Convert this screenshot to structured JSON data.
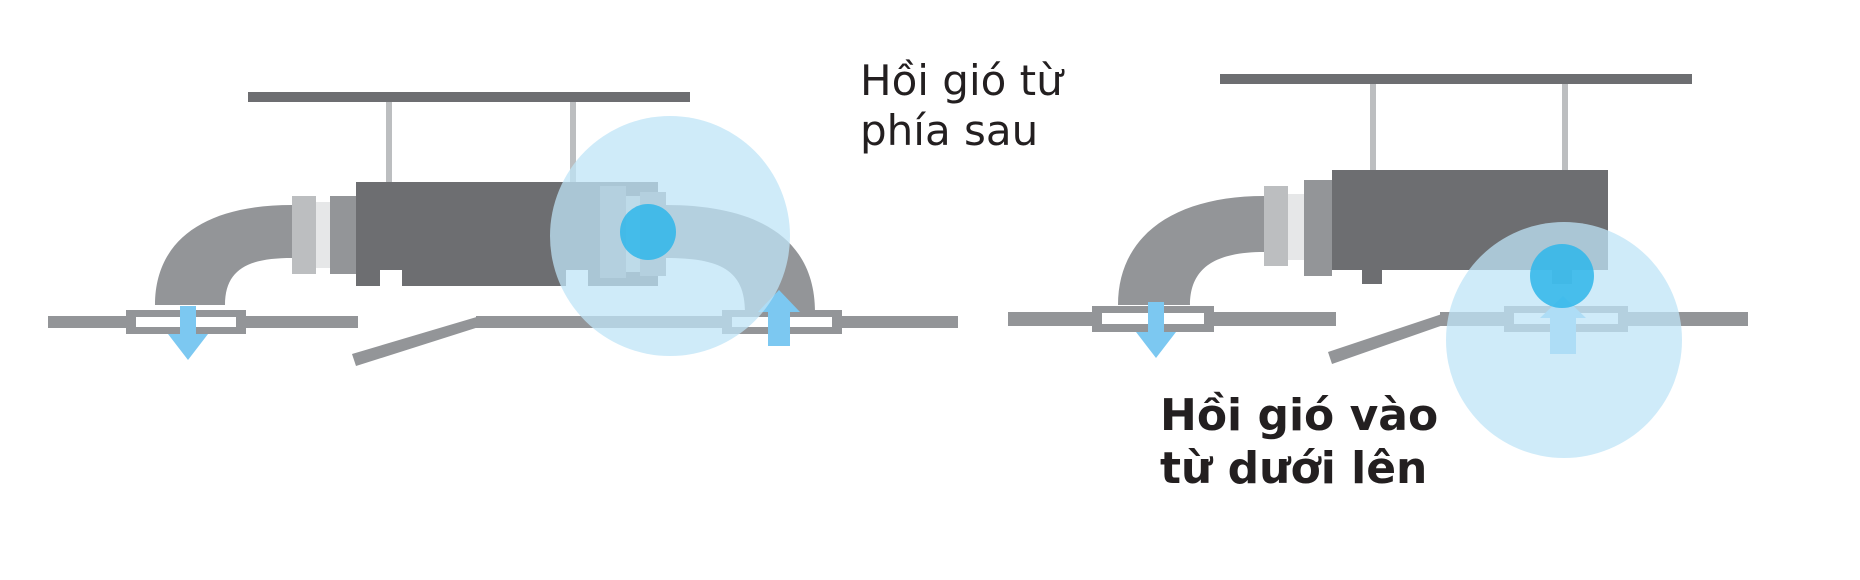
{
  "diagrams": [
    {
      "id": "rear-return",
      "caption_lines": [
        "Hồi gió từ",
        "phía sau"
      ]
    },
    {
      "id": "bottom-return",
      "caption_lines": [
        "Hồi gió vào",
        "từ dưới lên"
      ]
    }
  ],
  "colors": {
    "duct_dark": "#6d6e71",
    "duct_mid": "#939598",
    "duct_light": "#bcbec0",
    "ceiling": "#6d6e71",
    "airflow_arrow": "#7cc8f1",
    "highlight_circle": "#bfe4f7",
    "highlight_dot": "#2fb6ea",
    "text": "#231f20"
  },
  "icons": {
    "supply": "arrow-down-icon",
    "return": "arrow-up-icon"
  }
}
